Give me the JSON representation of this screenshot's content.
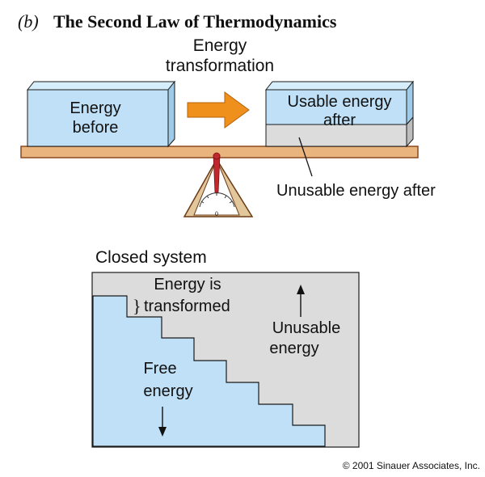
{
  "header": {
    "panel_letter": "(b)",
    "title": "The Second Law of Thermodynamics"
  },
  "top_diagram": {
    "transformation_label_line1": "Energy",
    "transformation_label_line2": "transformation",
    "energy_before_line1": "Energy",
    "energy_before_line2": "before",
    "usable_after_line1": "Usable energy",
    "usable_after_line2": "after",
    "unusable_after": "Unusable energy after",
    "gauge_zero": "0"
  },
  "bottom_diagram": {
    "title": "Closed system",
    "transformed_line1": "Energy is",
    "transformed_line2": "transformed",
    "unusable_line1": "Unusable",
    "unusable_line2": "energy",
    "free_line1": "Free",
    "free_line2": "energy"
  },
  "footer": {
    "copyright": "© 2001 Sinauer Associates, Inc."
  },
  "colors": {
    "energy_blue": "#bfe0f6",
    "box_outline": "#1a1a1a",
    "arrow_orange": "#f0901c",
    "beam_tan": "#e9b47e",
    "beam_outline": "#8a4a1c",
    "unusable_gray": "#dcdcdc",
    "needle_red": "#c0282d"
  }
}
